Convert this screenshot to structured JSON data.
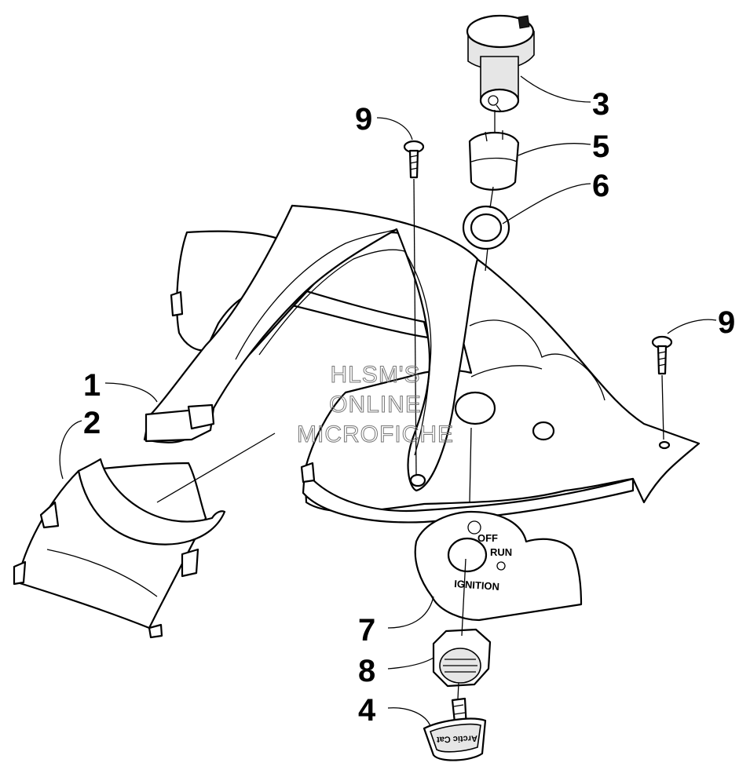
{
  "callouts": [
    "1",
    "2",
    "3",
    "5",
    "6",
    "9",
    "9",
    "7",
    "8",
    "4"
  ],
  "decal": {
    "off": "OFF",
    "run": "RUN",
    "ignition": "IGNITION"
  },
  "watermark": {
    "line1": "HLSM'S",
    "line2": "ONLINE",
    "line3": "MICROFICHE"
  },
  "key_logo_text": "Arctic Cat"
}
